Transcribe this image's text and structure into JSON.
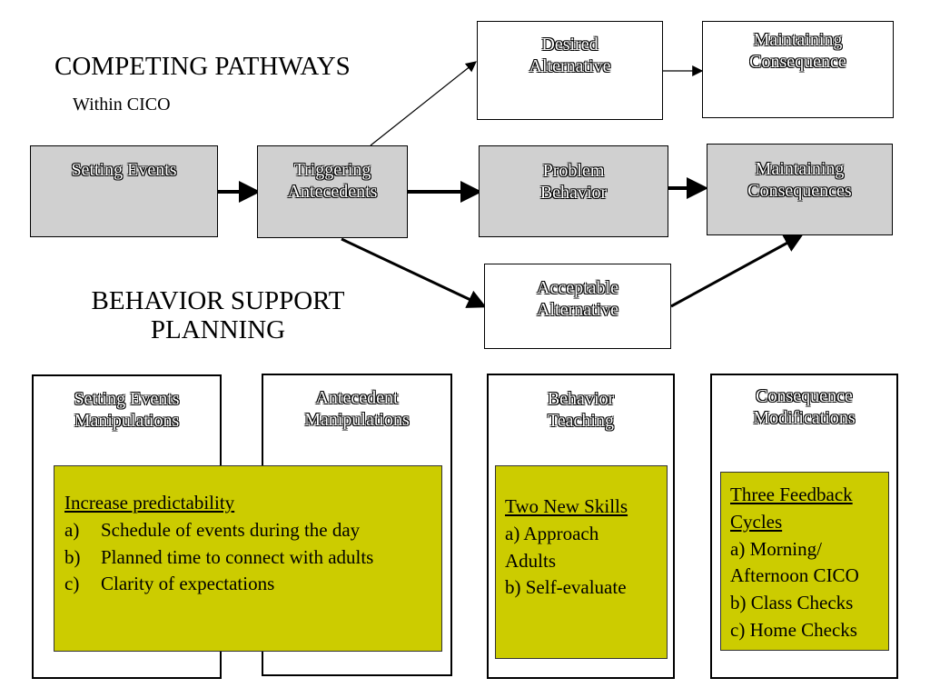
{
  "title": {
    "main": "COMPETING PATHWAYS",
    "sub": "Within CICO",
    "support_line1": "BEHAVIOR SUPPORT",
    "support_line2": "PLANNING"
  },
  "pathway": {
    "desired_alternative": [
      "Desired",
      "Alternative"
    ],
    "maintaining_consequence": [
      "Maintaining",
      "Consequence"
    ],
    "setting_events": [
      "Setting Events"
    ],
    "triggering_antecedents": [
      "Triggering",
      "Antecedents"
    ],
    "problem_behavior": [
      "Problem",
      "Behavior"
    ],
    "maintaining_consequences": [
      "Maintaining",
      "Consequences"
    ],
    "acceptable_alternative": [
      "Acceptable",
      "Alternative"
    ]
  },
  "panels": {
    "setting_events_manipulations": [
      "Setting Events",
      "Manipulations"
    ],
    "antecedent_manipulations": [
      "Antecedent",
      "Manipulations"
    ],
    "behavior_teaching": [
      "Behavior",
      "Teaching"
    ],
    "consequence_modifications": [
      "Consequence",
      "Modifications"
    ]
  },
  "notes": {
    "predictability": {
      "heading": "Increase predictability",
      "items": [
        {
          "marker": "a)",
          "text": "Schedule of events during the day"
        },
        {
          "marker": "b)",
          "text": "Planned time to connect with adults"
        },
        {
          "marker": "c)",
          "text": "Clarity of expectations"
        }
      ]
    },
    "skills": {
      "heading": "Two New Skills",
      "lines": [
        "a)   Approach",
        "Adults",
        "b) Self-evaluate"
      ]
    },
    "feedback": {
      "heading_line1": "Three Feedback",
      "heading_line2": "Cycles",
      "lines": [
        "a)   Morning/",
        "Afternoon CICO",
        "b) Class Checks",
        "c) Home Checks"
      ]
    }
  }
}
